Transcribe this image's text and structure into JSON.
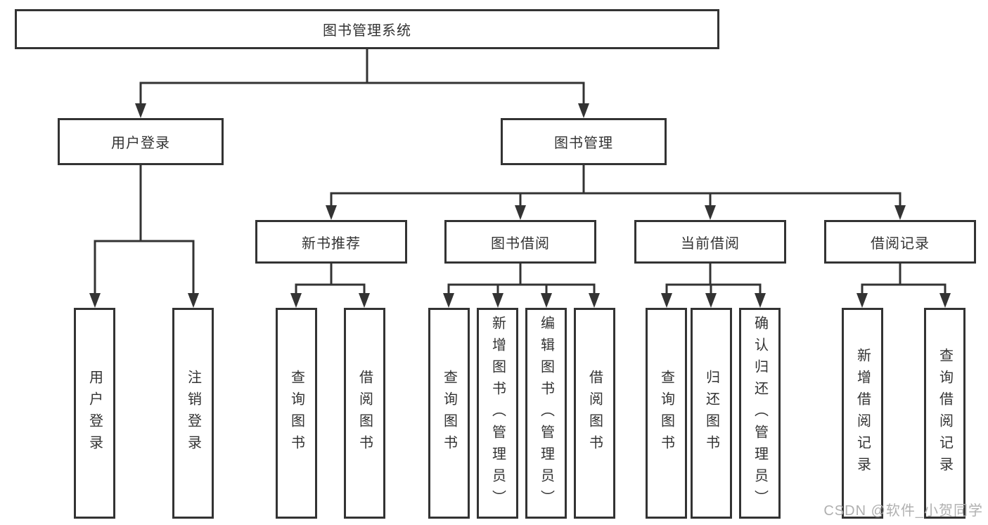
{
  "diagram": {
    "title": "图书管理系统",
    "root": {
      "label": "图书管理系统"
    },
    "level2": [
      {
        "label": "用户登录"
      },
      {
        "label": "图书管理"
      }
    ],
    "level3": [
      {
        "label": "新书推荐",
        "parent": "图书管理"
      },
      {
        "label": "图书借阅",
        "parent": "图书管理"
      },
      {
        "label": "当前借阅",
        "parent": "图书管理"
      },
      {
        "label": "借阅记录",
        "parent": "图书管理"
      }
    ],
    "leaves": [
      {
        "label": "用户登录",
        "parent": "用户登录"
      },
      {
        "label": "注销登录",
        "parent": "用户登录"
      },
      {
        "label": "查询图书",
        "parent": "新书推荐"
      },
      {
        "label": "借阅图书",
        "parent": "新书推荐"
      },
      {
        "label": "查询图书",
        "parent": "图书借阅"
      },
      {
        "label": "新增图书（管理员）",
        "parent": "图书借阅"
      },
      {
        "label": "编辑图书（管理员）",
        "parent": "图书借阅"
      },
      {
        "label": "借阅图书",
        "parent": "图书借阅"
      },
      {
        "label": "查询图书",
        "parent": "当前借阅"
      },
      {
        "label": "归还图书",
        "parent": "当前借阅"
      },
      {
        "label": "确认归还（管理员）",
        "parent": "当前借阅"
      },
      {
        "label": "新增借阅记录",
        "parent": "借阅记录"
      },
      {
        "label": "查询借阅记录",
        "parent": "借阅记录"
      }
    ],
    "colors": {
      "line": "#333333",
      "text": "#333333",
      "background": "#ffffff",
      "watermark": "#b0b0b0"
    }
  },
  "watermark": {
    "text": "CSDN @软件_小贺同学"
  }
}
